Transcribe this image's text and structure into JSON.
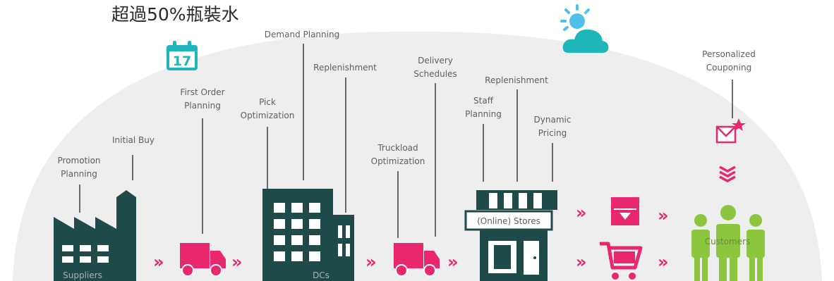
{
  "caption": "超過50%瓶裝水",
  "colors": {
    "dark": "#1e4a4a",
    "magenta": "#e8276e",
    "green": "#8cc63f",
    "teal": "#1fb6b9",
    "sun": "#4fc1e9",
    "background": "#eeeeee"
  },
  "icons": {
    "calendar": "calendar-icon",
    "weather": "sun-cloud-icon",
    "factory": "factory-icon",
    "truck": "truck-icon",
    "warehouse": "warehouse-icon",
    "store": "store-icon",
    "box": "box-icon",
    "cart": "shopping-cart-icon",
    "mail": "mail-star-icon",
    "customers": "customers-icon"
  },
  "calendar_day": "17",
  "labels": {
    "promotion_planning": [
      "Promotion",
      "Planning"
    ],
    "initial_buy": [
      "Initial Buy"
    ],
    "first_order_planning": [
      "First Order",
      "Planning"
    ],
    "pick_optimization": [
      "Pick",
      "Optimization"
    ],
    "demand_planning": [
      "Demand Planning"
    ],
    "replenishment_dc": [
      "Replenishment"
    ],
    "truckload_optimization": [
      "Truckload",
      "Optimization"
    ],
    "delivery_schedules": [
      "Delivery",
      "Schedules"
    ],
    "staff_planning": [
      "Staff",
      "Planning"
    ],
    "replenishment_store": [
      "Replenishment"
    ],
    "dynamic_pricing": [
      "Dynamic",
      "Pricing"
    ],
    "personalized_couponing": [
      "Personalized",
      "Couponing"
    ]
  },
  "nodes": {
    "suppliers": "Suppliers",
    "dcs": "DCs",
    "stores": "(Online) Stores",
    "customers": "Customers"
  },
  "arrow_glyph": "»"
}
